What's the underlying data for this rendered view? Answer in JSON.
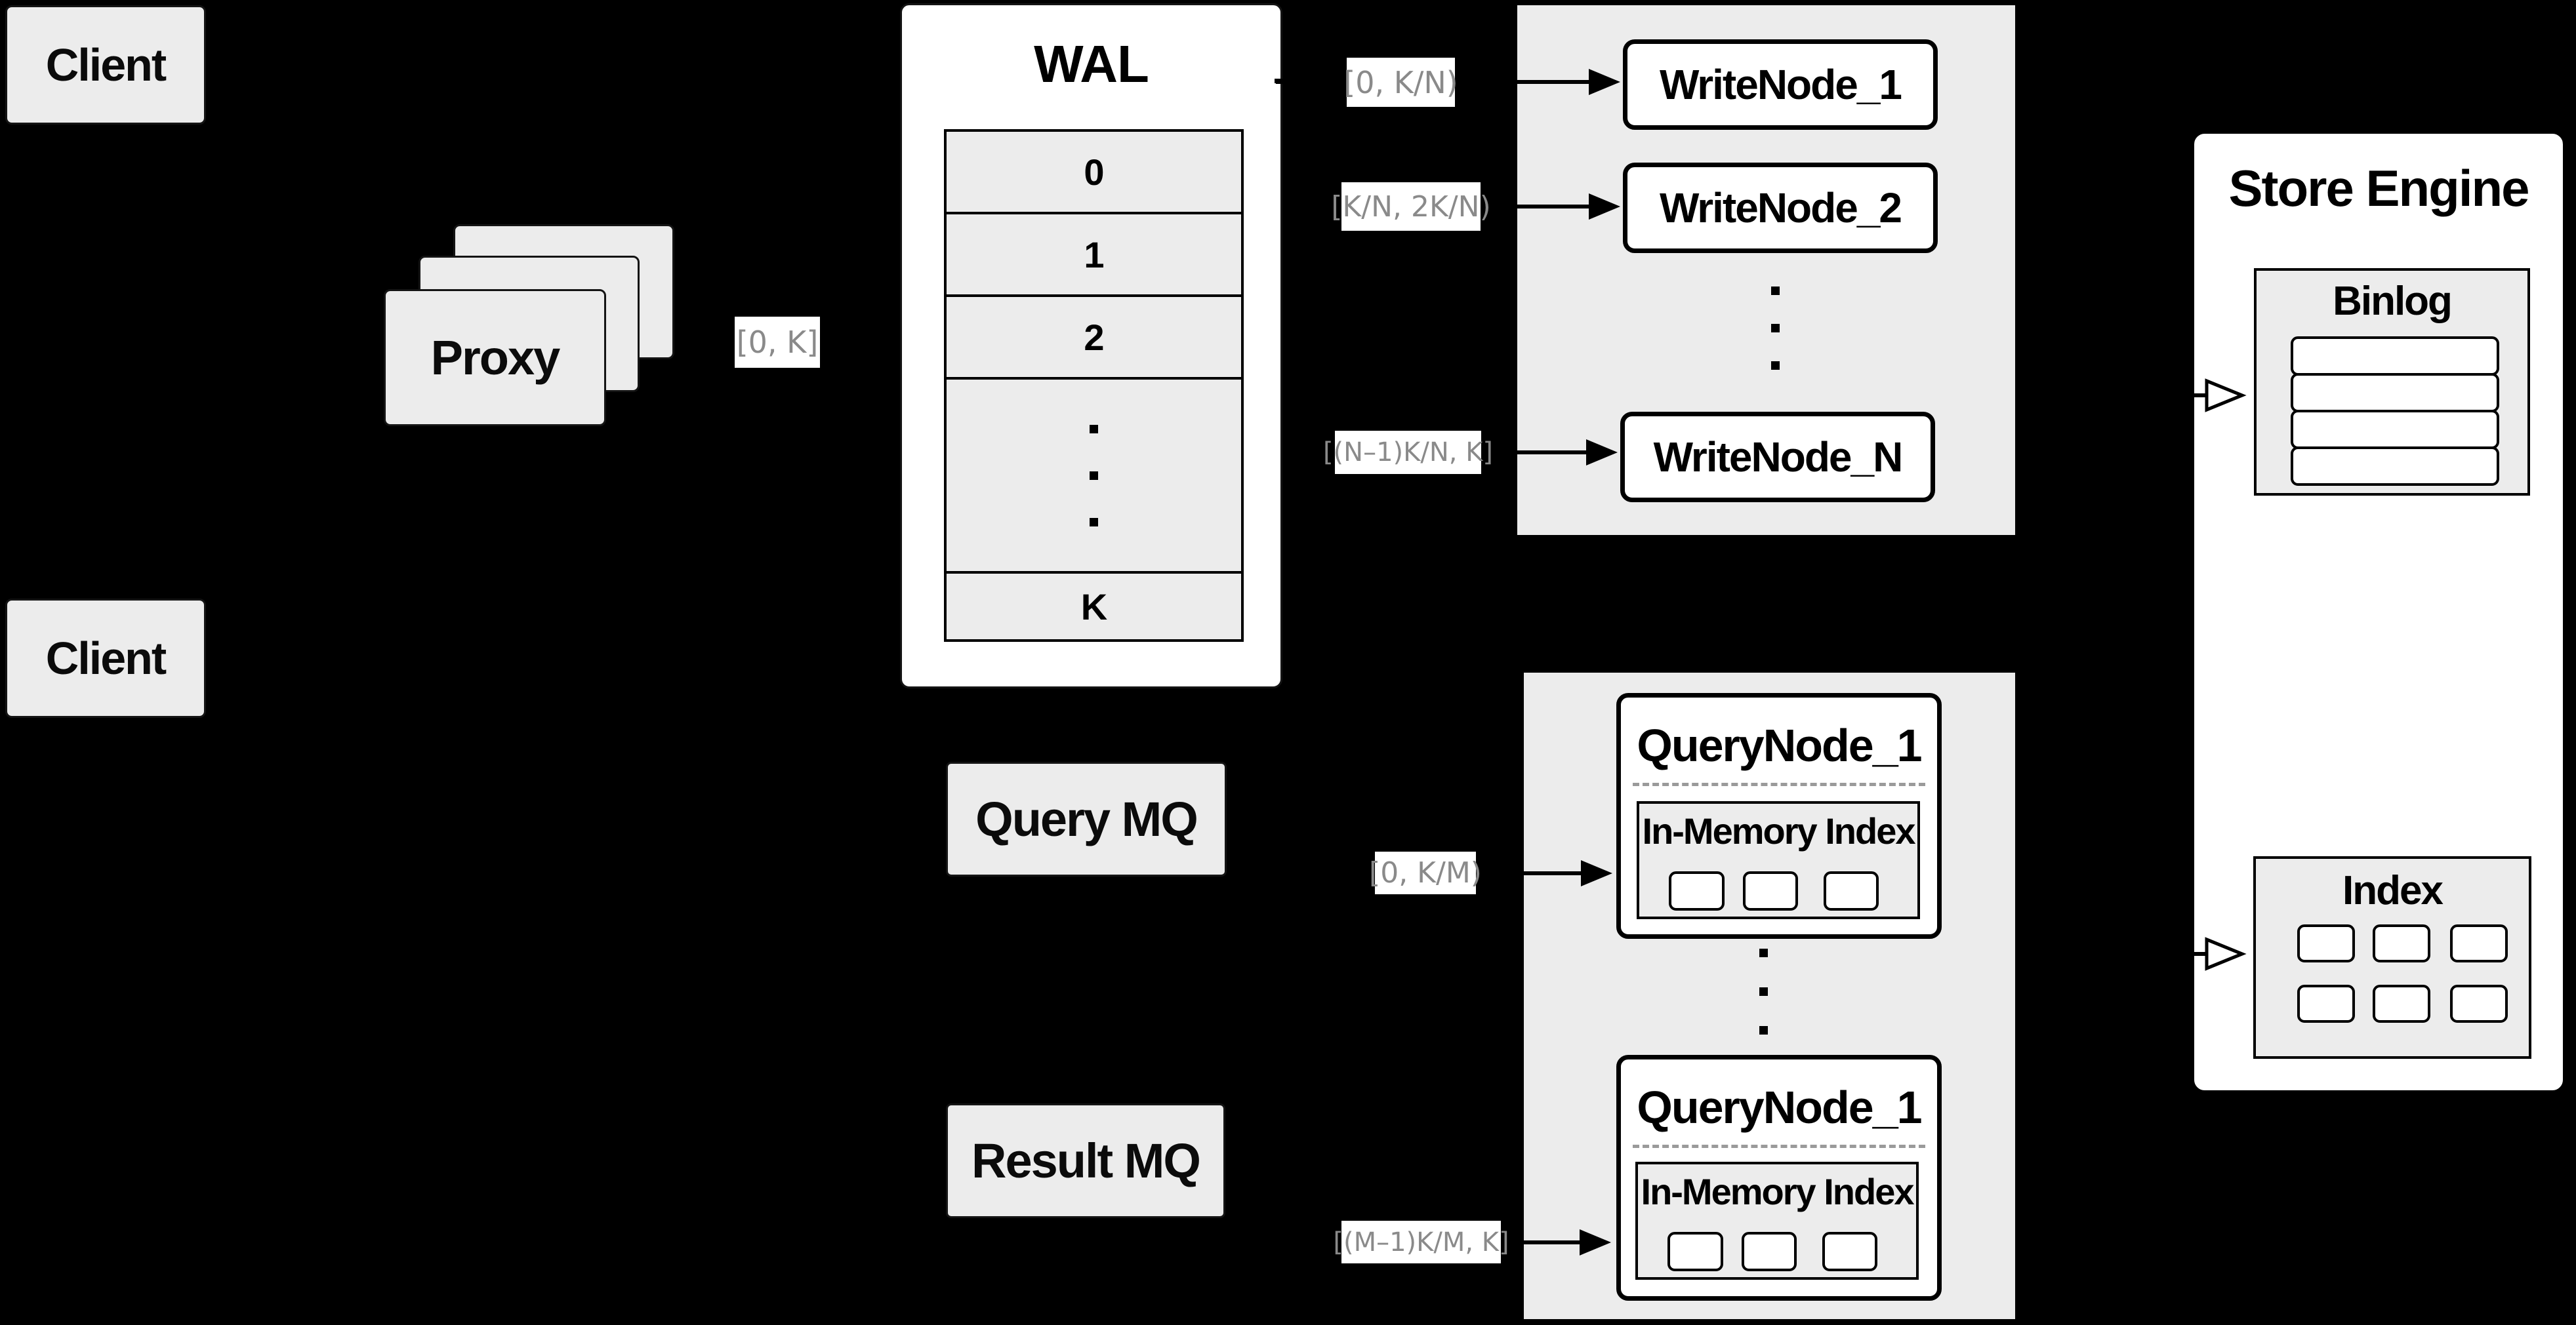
{
  "diagram": {
    "clients": {
      "top": "Client",
      "bottom": "Client"
    },
    "proxy": {
      "label": "Proxy",
      "out_range": "[0, K]"
    },
    "wal": {
      "title": "WAL",
      "segments": [
        "0",
        "1",
        "2"
      ],
      "last_segment": "K"
    },
    "write_group": {
      "ranges": [
        "[0,  K/N)",
        "[K/N, 2K/N)",
        "[(N–1)K/N,  K]"
      ],
      "nodes": [
        "WriteNode_1",
        "WriteNode_2",
        "WriteNode_N"
      ]
    },
    "mq": {
      "query": "Query MQ",
      "result": "Result MQ"
    },
    "query_group": {
      "ranges": [
        "[0, K/M)",
        "[(M–1)K/M, K]"
      ],
      "nodes": [
        {
          "title": "QueryNode_1",
          "inner_title": "In-Memory Index"
        },
        {
          "title": "QueryNode_1",
          "inner_title": "In-Memory Index"
        }
      ]
    },
    "store_engine": {
      "title": "Store Engine",
      "binlog_title": "Binlog",
      "index_title": "Index"
    },
    "colors": {
      "background": "#000000",
      "box_fill": "#ececec",
      "white": "#ffffff",
      "border": "#000000",
      "range_text": "#8a8a8a"
    }
  }
}
